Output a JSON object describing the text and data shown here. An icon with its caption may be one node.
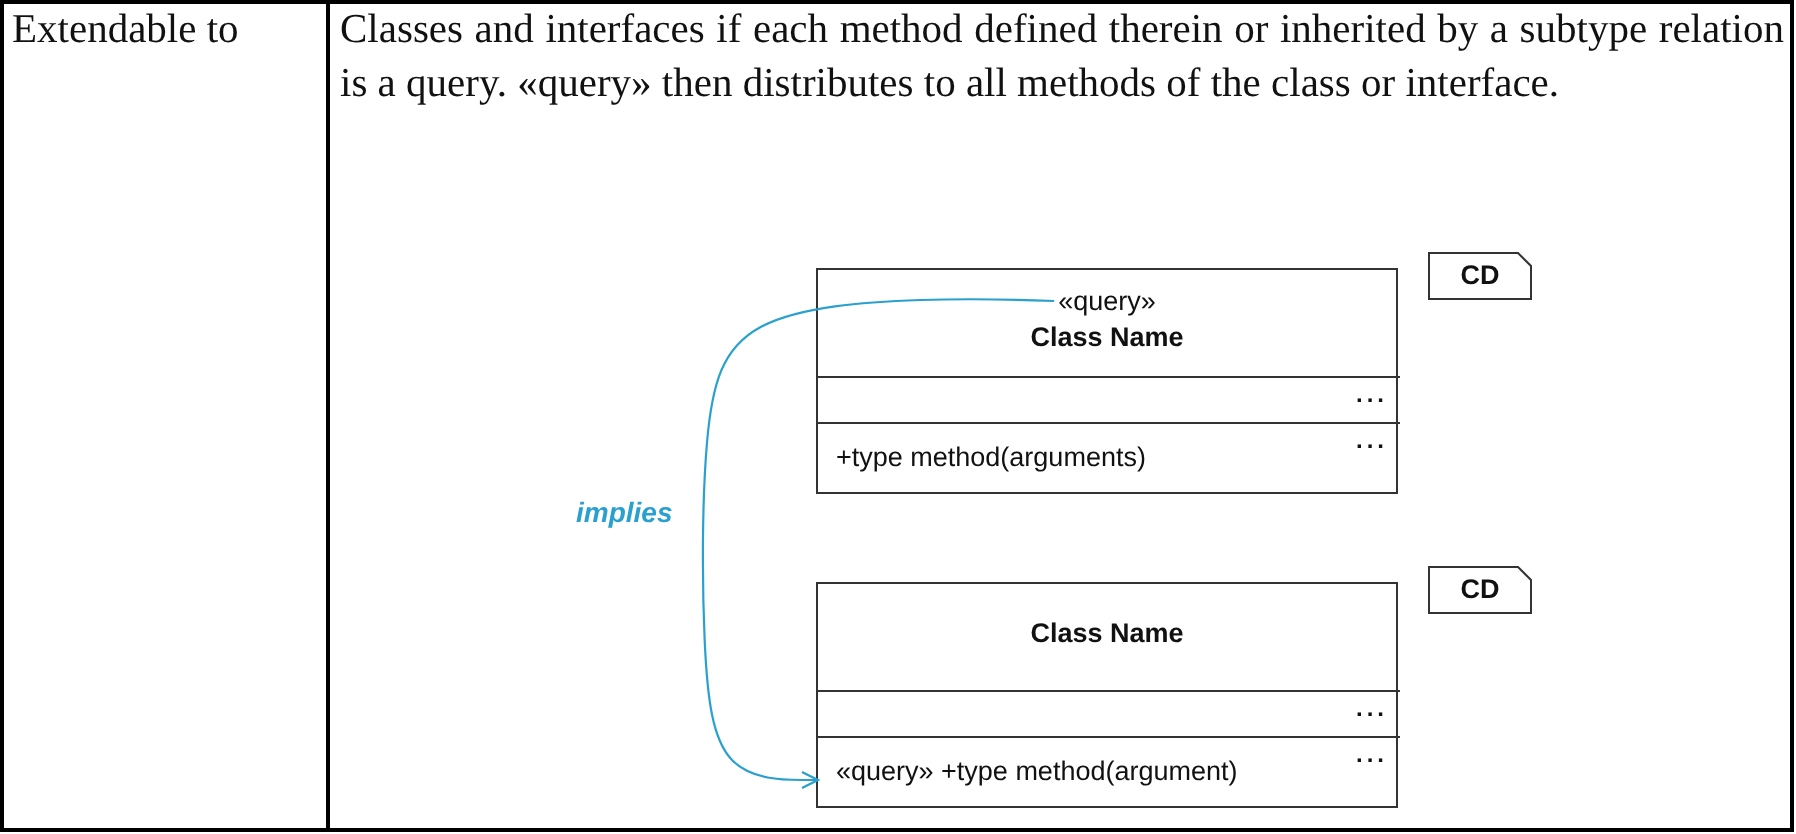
{
  "diagram": {
    "nodes": [
      {
        "text": [
          "«query»",
          "Class Name"
        ]
      },
      {
        "text": [
          "..."
        ],
        "in": 0
      },
      {
        "text": [
          "+type method(arguments)",
          "..."
        ],
        "in": 0
      },
      {
        "text": [
          "CD"
        ]
      },
      {
        "text": [
          "Class Name"
        ]
      },
      {
        "text": [
          "..."
        ],
        "in": 4
      },
      {
        "text": [
          "«query» +type method(argument)",
          "..."
        ],
        "in": 4
      },
      {
        "text": [
          "CD"
        ]
      }
    ],
    "edges": [
      {
        "from": 0,
        "to": 6,
        "arrow": "to",
        "label": "implies",
        "color": "#2aa0cf"
      }
    ],
    "labels": [
      "Extendable to",
      "Classes and interfaces if each method defined therein or inherited by a subtype relation is a query. «query» then distributes to all methods of the class or interface."
    ]
  }
}
